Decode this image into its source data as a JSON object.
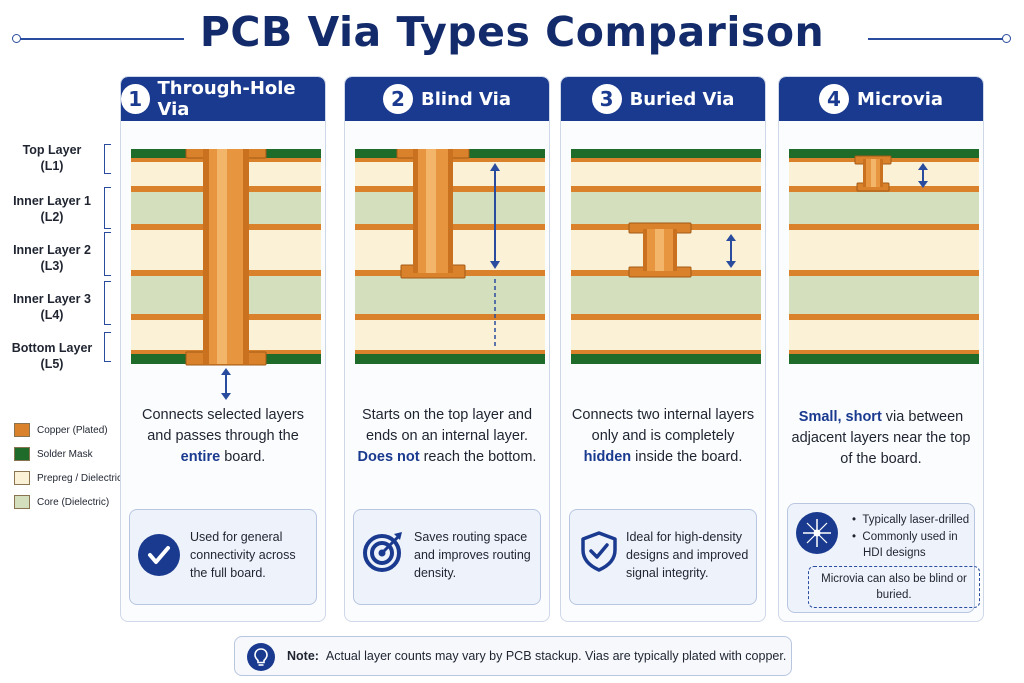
{
  "title": "PCB Via Types Comparison",
  "layers": [
    {
      "name": "Top Layer",
      "code": "(L1)"
    },
    {
      "name": "Inner Layer 1",
      "code": "(L2)"
    },
    {
      "name": "Inner Layer 2",
      "code": "(L3)"
    },
    {
      "name": "Inner Layer 3",
      "code": "(L4)"
    },
    {
      "name": "Bottom Layer",
      "code": "(L5)"
    }
  ],
  "legend": [
    {
      "label": "Copper (Plated)",
      "color": "#d9822b"
    },
    {
      "label": "Solder Mask",
      "color": "#1f6b2a"
    },
    {
      "label": "Prepreg / Dielectric",
      "color": "#fbf1d6"
    },
    {
      "label": "Core (Dielectric)",
      "color": "#d3dfbd"
    }
  ],
  "colors": {
    "header_blue": "#1a3a8f",
    "copper": "#d9822b",
    "solder_mask": "#1f6b2a",
    "prepreg": "#fbf1d6",
    "core": "#d3dfbd",
    "arrow": "#2a4c9e"
  },
  "columns": [
    {
      "number": "1",
      "title": "Through-Hole Via",
      "desc": {
        "pre": "Connects selected layers and passes through the ",
        "highlight": "entire",
        "post": " board."
      },
      "callout": {
        "icon": "check-circle-icon",
        "text": "Used for general connectivity across the full board."
      }
    },
    {
      "number": "2",
      "title": "Blind Via",
      "desc": {
        "pre": "Starts on the top layer and ends on an internal layer. ",
        "highlight": "Does not",
        "post": " reach the bottom."
      },
      "callout": {
        "icon": "target-icon",
        "text": "Saves routing space and improves routing density."
      }
    },
    {
      "number": "3",
      "title": "Buried Via",
      "desc": {
        "pre": "Connects two internal layers only and is completely ",
        "highlight": "hidden",
        "post": " inside the board."
      },
      "callout": {
        "icon": "shield-check-icon",
        "text": "Ideal for high-density designs and improved signal integrity."
      }
    },
    {
      "number": "4",
      "title": "Microvia",
      "desc": {
        "pre": "",
        "highlight": "Small, short",
        "post": " via between adjacent layers near the top of the board."
      },
      "callout": {
        "icon": "laser-spark-icon",
        "bullets": [
          "Typically laser-drilled",
          "Commonly used in HDI designs"
        ],
        "dashed_note": "Microvia can also be blind or buried."
      }
    }
  ],
  "note": {
    "label": "Note:",
    "text": "Actual layer counts may vary by PCB stackup. Vias are typically plated with copper.",
    "icon": "lightbulb-icon"
  }
}
